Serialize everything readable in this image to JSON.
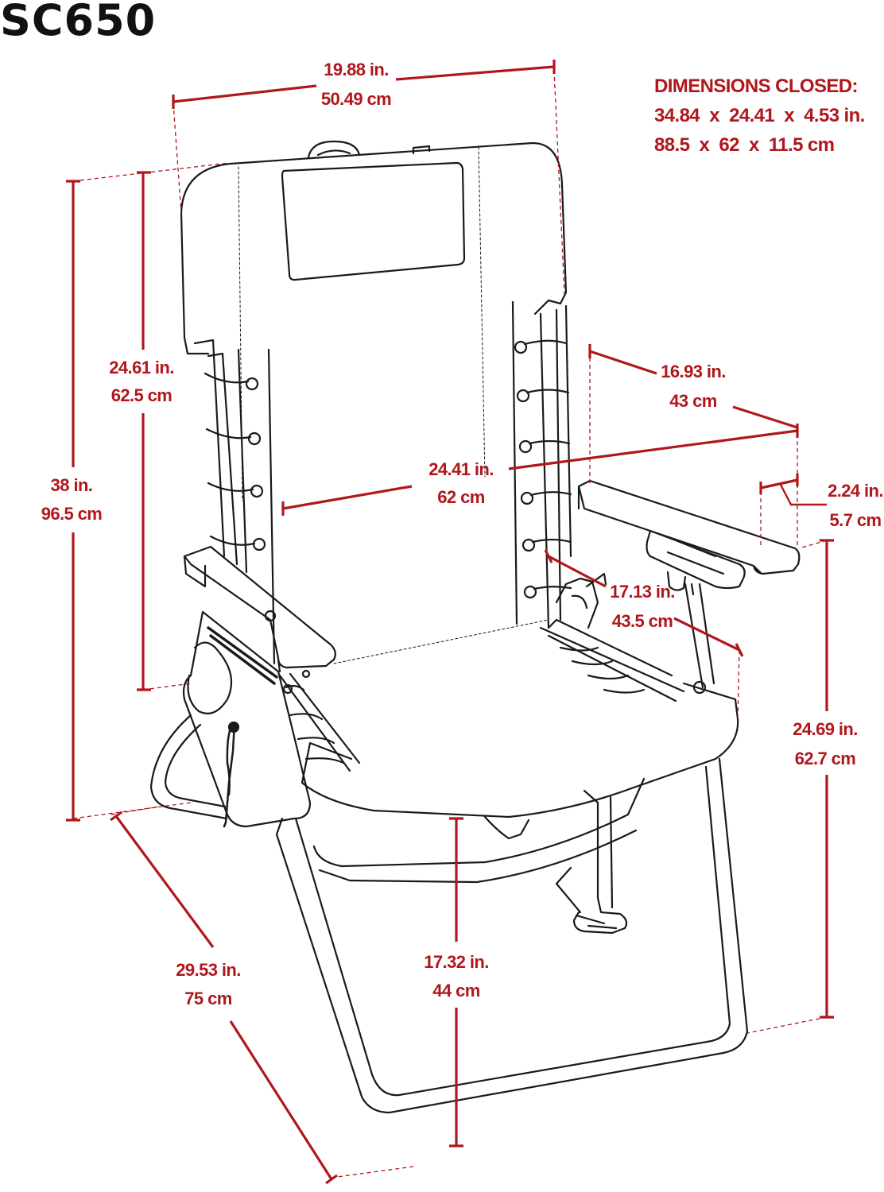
{
  "model": "SC650",
  "colors": {
    "accent": "#b0171c",
    "line": "#1a1a1a",
    "background": "#ffffff"
  },
  "closed": {
    "title": "DIMENSIONS CLOSED:",
    "imperial": "34.84  x  24.41  x  4.53 in.",
    "metric": "88.5  x  62  x  11.5 cm"
  },
  "dimensions": {
    "width_top": {
      "in": "19.88 in.",
      "cm": "50.49 cm"
    },
    "back_height": {
      "in": "24.61 in.",
      "cm": "62.5 cm"
    },
    "total_height": {
      "in": "38 in.",
      "cm": "96.5 cm"
    },
    "inner_width": {
      "in": "24.41 in.",
      "cm": "62 cm"
    },
    "arm_span": {
      "in": "16.93 in.",
      "cm": "43 cm"
    },
    "arm_width": {
      "in": "2.24 in.",
      "cm": "5.7 cm"
    },
    "seat_depth": {
      "in": "17.13 in.",
      "cm": "43.5 cm"
    },
    "arm_height": {
      "in": "24.69 in.",
      "cm": "62.7 cm"
    },
    "footprint": {
      "in": "29.53 in.",
      "cm": "75 cm"
    },
    "seat_height": {
      "in": "17.32 in.",
      "cm": "44 cm"
    }
  }
}
